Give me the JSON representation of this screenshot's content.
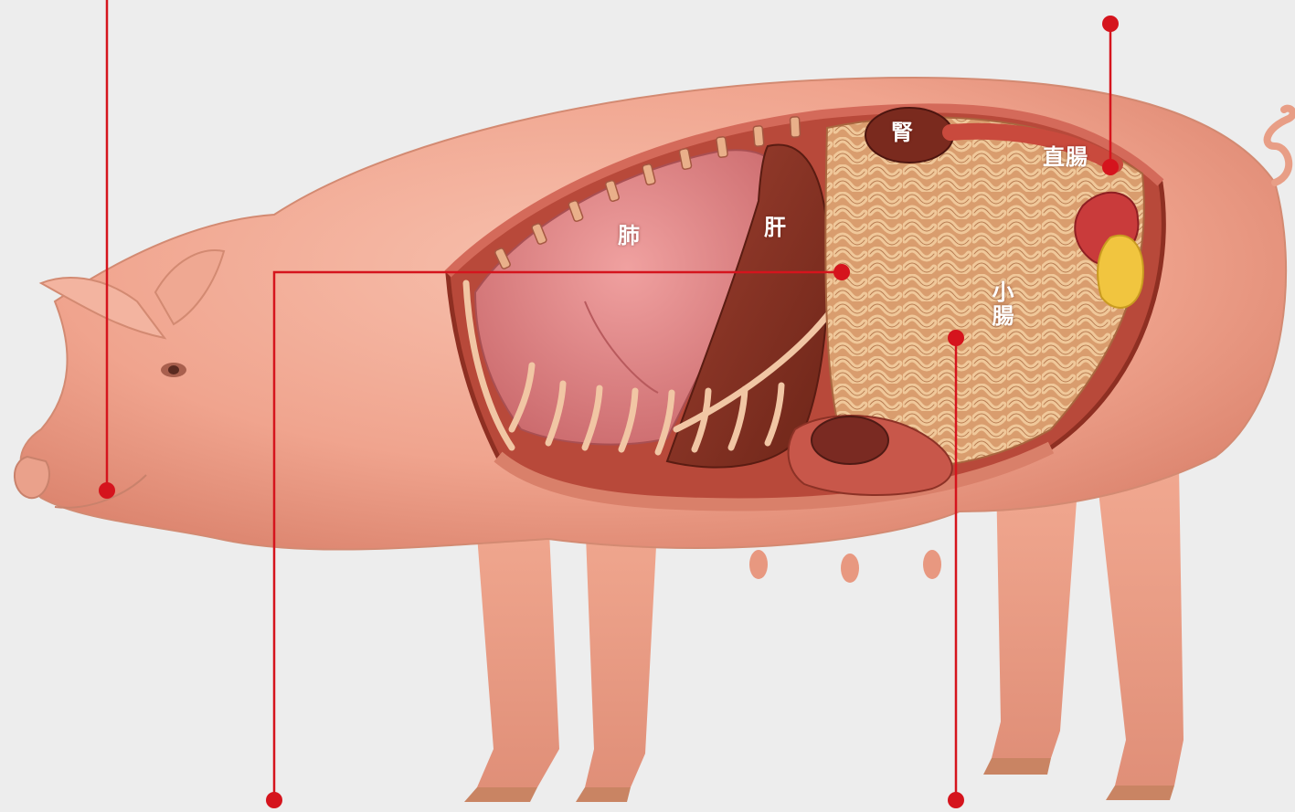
{
  "labels": {
    "lung": "肺",
    "liver": "肝",
    "kidney": "腎",
    "rectum": "直腸",
    "small_intestine": "小腸"
  },
  "colors": {
    "background": "#ededed",
    "leader_line": "#d5141d",
    "skin": "#f2a48f",
    "cavity": "#b8493a",
    "lung": "#e98c8a",
    "liver": "#8c3526",
    "intestine": "#e8b787",
    "kidney": "#7a2a1e",
    "rectum": "#c94a3d",
    "fat": "#f1c53f"
  },
  "icons": {
    "marker": "red-dot-marker"
  }
}
